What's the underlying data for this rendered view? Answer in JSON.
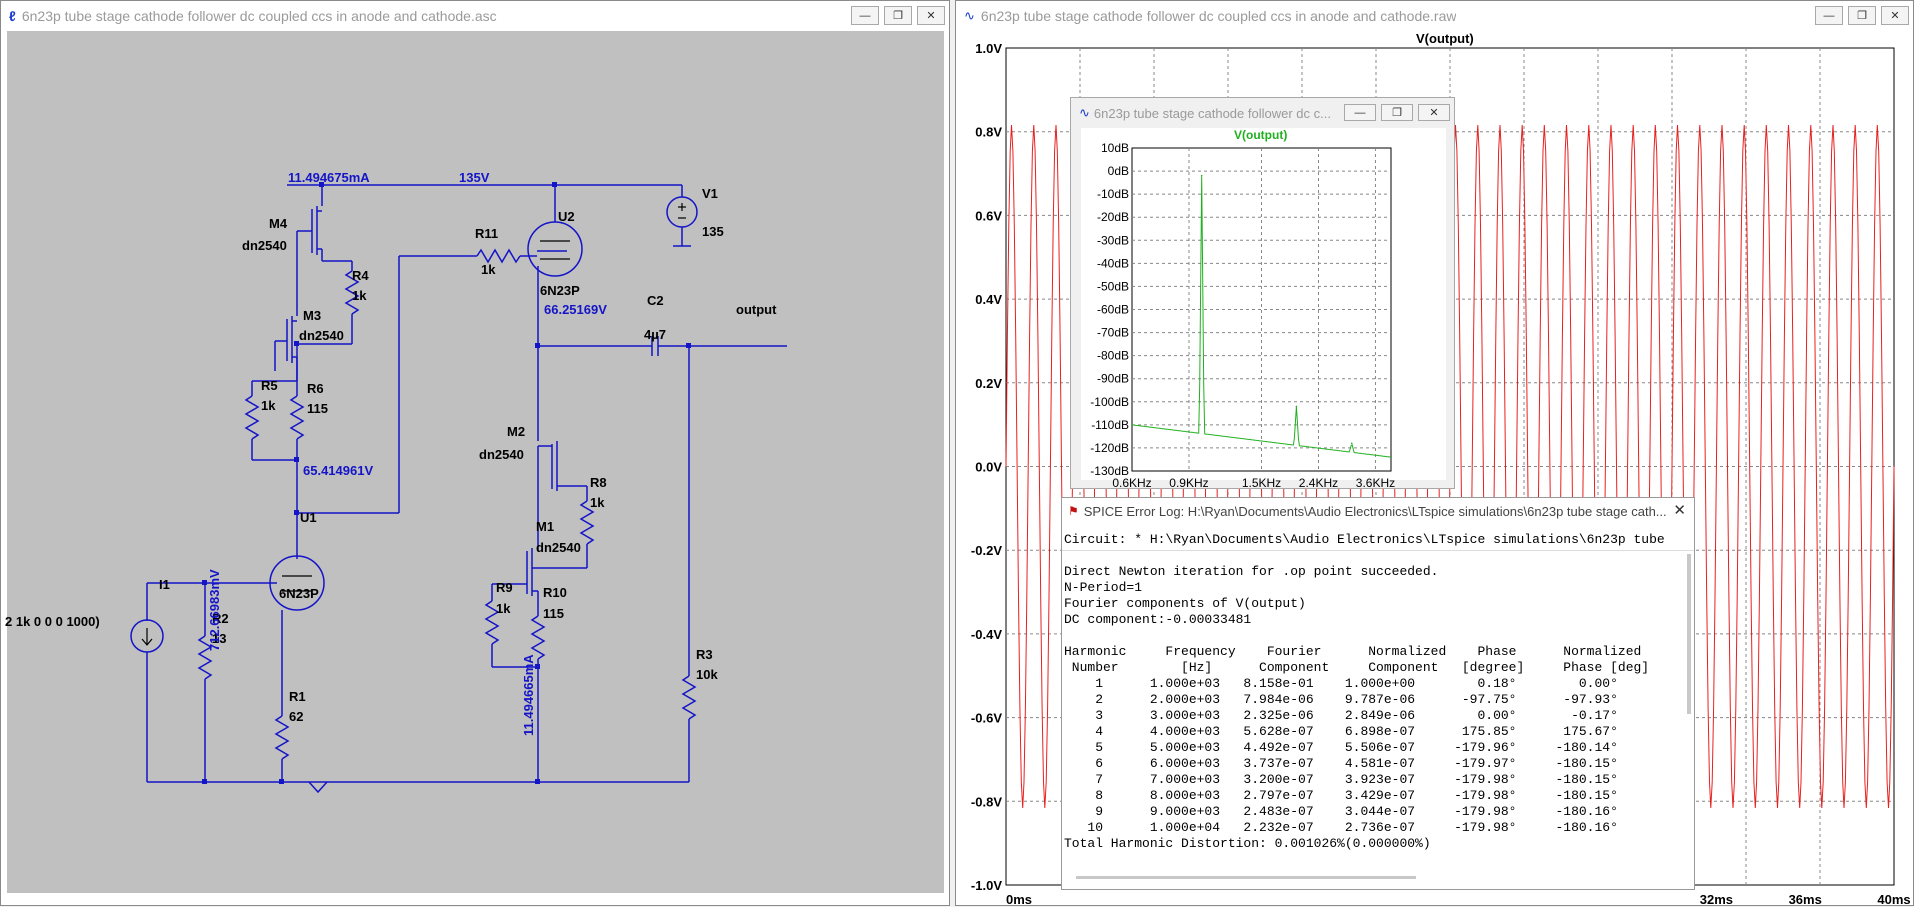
{
  "schematic_window": {
    "title": "6n23p tube stage cathode follower dc coupled ccs in anode and cathode.asc",
    "buttons": [
      "—",
      "❐",
      "✕"
    ],
    "components": {
      "M4": {
        "name": "M4",
        "model": "dn2540"
      },
      "M3": {
        "name": "M3",
        "model": "dn2540"
      },
      "M2": {
        "name": "M2",
        "model": "dn2540"
      },
      "M1": {
        "name": "M1",
        "model": "dn2540"
      },
      "R4": {
        "name": "R4",
        "value": "1k"
      },
      "R5": {
        "name": "R5",
        "value": "1k"
      },
      "R6": {
        "name": "R6",
        "value": "115"
      },
      "R11": {
        "name": "R11",
        "value": "1k"
      },
      "R8": {
        "name": "R8",
        "value": "1k"
      },
      "R9": {
        "name": "R9",
        "value": "1k"
      },
      "R10": {
        "name": "R10",
        "value": "115"
      },
      "R2": {
        "name": "R2",
        "value": "13"
      },
      "R1": {
        "name": "R1",
        "value": "62"
      },
      "R3": {
        "name": "R3",
        "value": "10k"
      },
      "U1": {
        "name": "U1",
        "model": "6N23P"
      },
      "U2": {
        "name": "U2",
        "model": "6N23P"
      },
      "V1": {
        "name": "V1",
        "value": "135"
      },
      "C2": {
        "name": "C2",
        "value": "4µ7"
      },
      "I1": {
        "name": "I1",
        "value": "2 1k 0 0 0 1000)"
      }
    },
    "net_labels": {
      "current_top": "11.494675mA",
      "voltage_rail": "135V",
      "voltage_node1": "65.414961V",
      "voltage_node2": "66.25169V",
      "current_cathode": "712.66983mV",
      "current_m1": "11.494665mA",
      "output": "output"
    }
  },
  "waveform_window": {
    "title": "6n23p tube stage cathode follower dc coupled ccs in anode and cathode.raw",
    "buttons": [
      "—",
      "❐",
      "✕"
    ],
    "trace_label": "V(output)",
    "trace_color": "#e82020",
    "y_ticks": [
      "1.0V",
      "0.8V",
      "0.6V",
      "0.4V",
      "0.2V",
      "0.0V",
      "-0.2V",
      "-0.4V",
      "-0.6V",
      "-0.8V",
      "-1.0V"
    ],
    "x_ticks": [
      "0ms",
      "32ms",
      "36ms",
      "40ms"
    ]
  },
  "fft_window": {
    "title": "6n23p tube stage cathode follower dc c...",
    "buttons": [
      "—",
      "❐",
      "✕"
    ],
    "trace_label": "V(output)",
    "trace_color": "#20b020",
    "y_ticks": [
      "10dB",
      "0dB",
      "-10dB",
      "-20dB",
      "-30dB",
      "-40dB",
      "-50dB",
      "-60dB",
      "-70dB",
      "-80dB",
      "-90dB",
      "-100dB",
      "-110dB",
      "-120dB",
      "-130dB"
    ],
    "x_ticks": [
      "0.6KHz",
      "0.9KHz",
      "1.5KHz",
      "2.4KHz",
      "3.6KHz"
    ]
  },
  "chart_data": [
    {
      "type": "line",
      "title": "V(output)",
      "xlabel": "",
      "ylabel": "",
      "ylim": [
        -1.0,
        1.0
      ],
      "x_ticks": [
        "0ms",
        "32ms",
        "36ms",
        "40ms"
      ],
      "series": [
        {
          "name": "V(output)",
          "amplitude": 0.816,
          "frequency_hz": 1000,
          "cycles_in_view": 40
        }
      ]
    },
    {
      "type": "line",
      "title": "V(output)",
      "ylim": [
        -130,
        10
      ],
      "x_ticks": [
        "0.6KHz",
        "0.9KHz",
        "1.5KHz",
        "2.4KHz",
        "3.6KHz"
      ],
      "series": [
        {
          "name": "V(output)",
          "x": [
            1000,
            2000,
            3000
          ],
          "values": [
            -2,
            -102,
            -118
          ]
        }
      ]
    }
  ],
  "error_log": {
    "title": "SPICE Error Log: H:\\Ryan\\Documents\\Audio Electronics\\LTspice simulations\\6n23p tube stage cath...",
    "close": "✕",
    "circuit_line": "Circuit: * H:\\Ryan\\Documents\\Audio Electronics\\LTspice simulations\\6n23p tube",
    "lines": [
      "Direct Newton iteration for .op point succeeded.",
      "N-Period=1",
      "Fourier components of V(output)",
      "DC component:-0.00033481"
    ],
    "table_header1": "Harmonic     Frequency    Fourier      Normalized    Phase      Normalized",
    "table_header2": " Number        [Hz]      Component     Component   [degree]     Phase [deg]",
    "rows": [
      "    1      1.000e+03   8.158e-01    1.000e+00        0.18°        0.00°",
      "    2      2.000e+03   7.984e-06    9.787e-06      -97.75°      -97.93°",
      "    3      3.000e+03   2.325e-06    2.849e-06        0.00°       -0.17°",
      "    4      4.000e+03   5.628e-07    6.898e-07      175.85°      175.67°",
      "    5      5.000e+03   4.492e-07    5.506e-07     -179.96°     -180.14°",
      "    6      6.000e+03   3.737e-07    4.581e-07     -179.97°     -180.15°",
      "    7      7.000e+03   3.200e-07    3.923e-07     -179.98°     -180.15°",
      "    8      8.000e+03   2.797e-07    3.429e-07     -179.98°     -180.15°",
      "    9      9.000e+03   2.483e-07    3.044e-07     -179.98°     -180.16°",
      "   10      1.000e+04   2.232e-07    2.736e-07     -179.98°     -180.16°"
    ],
    "thd": "Total Harmonic Distortion: 0.001026%(0.000000%)"
  }
}
